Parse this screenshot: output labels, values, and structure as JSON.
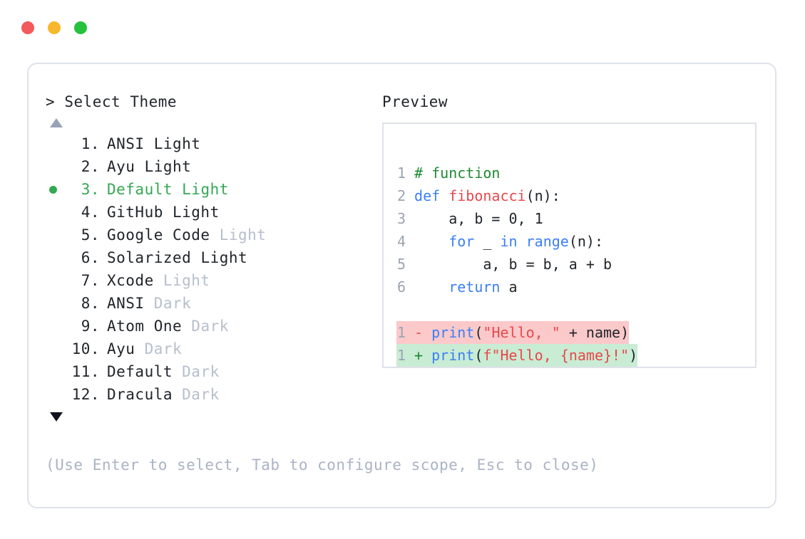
{
  "window": {
    "traffic_lights": [
      {
        "name": "close",
        "color": "#f4595b"
      },
      {
        "name": "minimize",
        "color": "#f7b82c"
      },
      {
        "name": "maximize",
        "color": "#25c23c"
      }
    ]
  },
  "picker": {
    "prompt_symbol": ">",
    "title": "Select Theme",
    "scroll_up_icon": "triangle-up",
    "scroll_down_icon": "triangle-down",
    "selected_index": 3,
    "selection_color": "#34a853",
    "items": [
      {
        "index": "1.",
        "name": "ANSI",
        "tag": "Light",
        "tag_muted": false,
        "selected": false
      },
      {
        "index": "2.",
        "name": "Ayu",
        "tag": "Light",
        "tag_muted": false,
        "selected": false
      },
      {
        "index": "3.",
        "name": "Default",
        "tag": "Light",
        "tag_muted": false,
        "selected": true
      },
      {
        "index": "4.",
        "name": "GitHub",
        "tag": "Light",
        "tag_muted": false,
        "selected": false
      },
      {
        "index": "5.",
        "name": "Google Code",
        "tag": "Light",
        "tag_muted": true,
        "selected": false
      },
      {
        "index": "6.",
        "name": "Solarized",
        "tag": "Light",
        "tag_muted": false,
        "selected": false
      },
      {
        "index": "7.",
        "name": "Xcode",
        "tag": "Light",
        "tag_muted": true,
        "selected": false
      },
      {
        "index": "8.",
        "name": "ANSI",
        "tag": "Dark",
        "tag_muted": true,
        "selected": false
      },
      {
        "index": "9.",
        "name": "Atom One",
        "tag": "Dark",
        "tag_muted": true,
        "selected": false
      },
      {
        "index": "10.",
        "name": "Ayu",
        "tag": "Dark",
        "tag_muted": true,
        "selected": false
      },
      {
        "index": "11.",
        "name": "Default",
        "tag": "Dark",
        "tag_muted": true,
        "selected": false
      },
      {
        "index": "12.",
        "name": "Dracula",
        "tag": "Dark",
        "tag_muted": true,
        "selected": false
      }
    ]
  },
  "preview": {
    "title": "Preview",
    "code_lines": [
      {
        "ln": "1",
        "tokens": [
          {
            "t": " ",
            "c": "plain"
          },
          {
            "t": "# function",
            "c": "comment"
          }
        ]
      },
      {
        "ln": "2",
        "tokens": [
          {
            "t": " ",
            "c": "plain"
          },
          {
            "t": "def",
            "c": "kw"
          },
          {
            "t": " ",
            "c": "plain"
          },
          {
            "t": "fibonacci",
            "c": "fn"
          },
          {
            "t": "(n):",
            "c": "punct"
          }
        ]
      },
      {
        "ln": "3",
        "tokens": [
          {
            "t": "     a, b = 0, 1",
            "c": "plain"
          }
        ]
      },
      {
        "ln": "4",
        "tokens": [
          {
            "t": "     ",
            "c": "plain"
          },
          {
            "t": "for",
            "c": "kw"
          },
          {
            "t": " _ ",
            "c": "plain"
          },
          {
            "t": "in",
            "c": "kw"
          },
          {
            "t": " ",
            "c": "plain"
          },
          {
            "t": "range",
            "c": "kw"
          },
          {
            "t": "(n):",
            "c": "punct"
          }
        ]
      },
      {
        "ln": "5",
        "tokens": [
          {
            "t": "         a, b = b, a + b",
            "c": "plain"
          }
        ]
      },
      {
        "ln": "6",
        "tokens": [
          {
            "t": "     ",
            "c": "plain"
          },
          {
            "t": "return",
            "c": "kw"
          },
          {
            "t": " a",
            "c": "plain"
          }
        ]
      }
    ],
    "diff_lines": [
      {
        "ln": "1",
        "kind": "del",
        "sign": "-",
        "background": "#fbc9ca",
        "tokens": [
          {
            "t": " ",
            "c": "plain"
          },
          {
            "t": "print",
            "c": "kw"
          },
          {
            "t": "(",
            "c": "punct"
          },
          {
            "t": "\"Hello, \"",
            "c": "str"
          },
          {
            "t": " + name",
            "c": "plain"
          },
          {
            "t": ")",
            "c": "punct"
          }
        ]
      },
      {
        "ln": "1",
        "kind": "add",
        "sign": "+",
        "background": "#c9ecd4",
        "tokens": [
          {
            "t": " ",
            "c": "plain"
          },
          {
            "t": "print",
            "c": "kw"
          },
          {
            "t": "(",
            "c": "punct"
          },
          {
            "t": "f\"Hello, {name}!\"",
            "c": "str"
          },
          {
            "t": ")",
            "c": "punct"
          }
        ]
      }
    ]
  },
  "footer": {
    "hint": "(Use Enter to select, Tab to configure scope, Esc to close)"
  }
}
